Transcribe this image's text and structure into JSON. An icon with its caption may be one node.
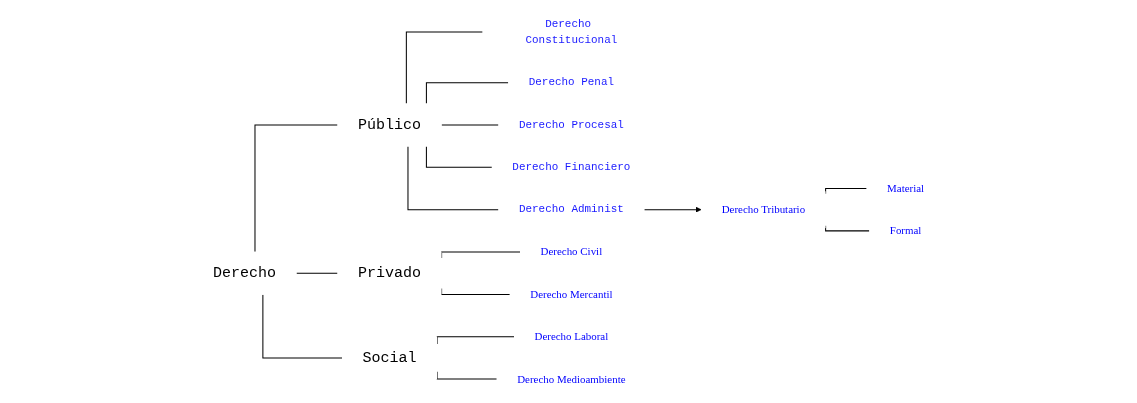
{
  "diagram": {
    "nodes": [
      {
        "text": [
          "Derecho"
        ]
      },
      {
        "text": [
          "Público"
        ]
      },
      {
        "text": [
          "Privado"
        ]
      },
      {
        "text": [
          "Social"
        ]
      },
      {
        "text": [
          "Derecho Constitucional"
        ]
      },
      {
        "text": [
          "Derecho Penal"
        ]
      },
      {
        "text": [
          "Derecho Procesal"
        ]
      },
      {
        "text": [
          "Derecho Financiero"
        ]
      },
      {
        "text": [
          "Derecho Administ"
        ]
      },
      {
        "text": [
          "Derecho Tributario"
        ]
      },
      {
        "text": [
          "Material"
        ]
      },
      {
        "text": [
          "Formal"
        ]
      },
      {
        "text": [
          "Derecho Civil"
        ]
      },
      {
        "text": [
          "Derecho Mercantil"
        ]
      },
      {
        "text": [
          "Derecho Laboral"
        ]
      },
      {
        "text": [
          "Derecho Medioambiente"
        ]
      }
    ],
    "edges": [
      {
        "from": 0,
        "to": 1,
        "arrow": "none"
      },
      {
        "from": 0,
        "to": 2,
        "arrow": "none"
      },
      {
        "from": 0,
        "to": 3,
        "arrow": "none"
      },
      {
        "from": 1,
        "to": 4,
        "arrow": "none"
      },
      {
        "from": 1,
        "to": 5,
        "arrow": "none"
      },
      {
        "from": 1,
        "to": 6,
        "arrow": "none"
      },
      {
        "from": 1,
        "to": 7,
        "arrow": "none"
      },
      {
        "from": 1,
        "to": 8,
        "arrow": "none"
      },
      {
        "from": 8,
        "to": 9,
        "arrow": "to"
      },
      {
        "from": 9,
        "to": 10,
        "arrow": "none"
      },
      {
        "from": 9,
        "to": 11,
        "arrow": "none"
      },
      {
        "from": 2,
        "to": 12,
        "arrow": "none"
      },
      {
        "from": 2,
        "to": 13,
        "arrow": "none"
      },
      {
        "from": 3,
        "to": 14,
        "arrow": "none"
      },
      {
        "from": 3,
        "to": 15,
        "arrow": "none"
      }
    ]
  }
}
